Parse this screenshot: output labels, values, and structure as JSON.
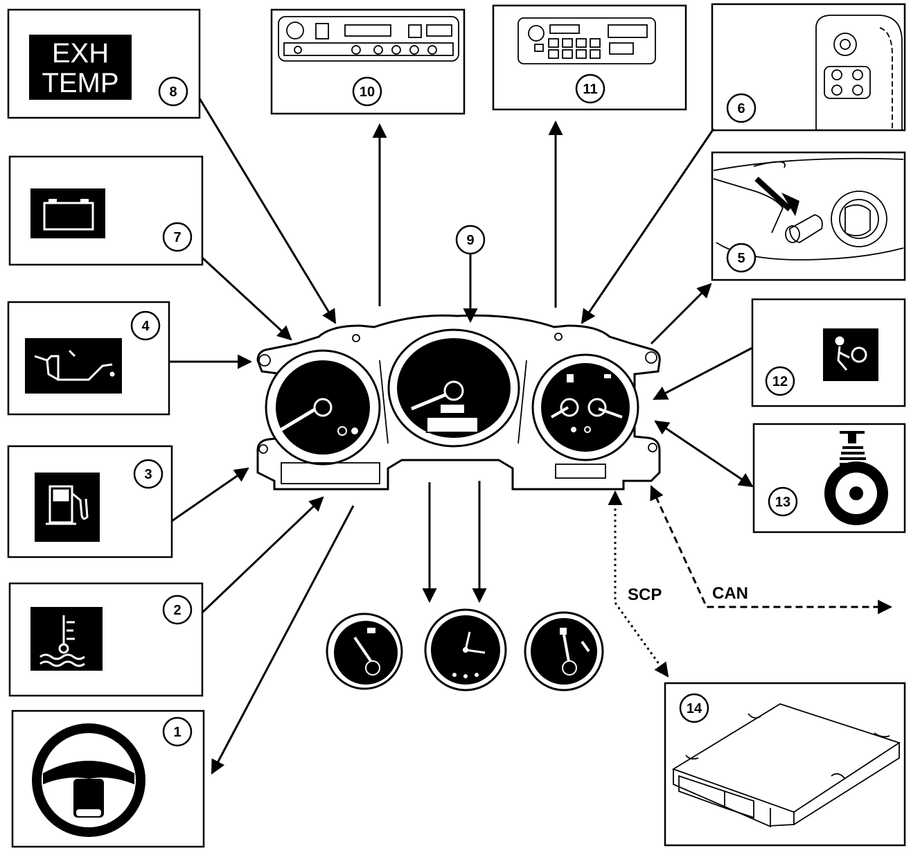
{
  "colors": {
    "ink": "#000000",
    "paper": "#ffffff"
  },
  "callouts": {
    "c1": "1",
    "c2": "2",
    "c3": "3",
    "c4": "4",
    "c5": "5",
    "c6": "6",
    "c7": "7",
    "c8": "8",
    "c9": "9",
    "c10": "10",
    "c11": "11",
    "c12": "12",
    "c13": "13",
    "c14": "14"
  },
  "exh_temp": {
    "line1": "EXH",
    "line2": "TEMP"
  },
  "network": {
    "scp": "SCP",
    "can": "CAN"
  },
  "icons": {
    "c1": "steering-wheel-icon",
    "c2": "coolant-temperature-icon",
    "c3": "fuel-pump-icon",
    "c4": "oil-pressure-icon",
    "c5": "ignition-switch-icon",
    "c6": "door-switch-panel-icon",
    "c7": "battery-icon",
    "c8": "exh-temp-warning",
    "c9": "instrument-cluster",
    "c10": "climate-control-panel",
    "c11": "audio-unit",
    "c12": "airbag-icon",
    "c13": "horn-sounder-icon",
    "c14": "control-module"
  }
}
